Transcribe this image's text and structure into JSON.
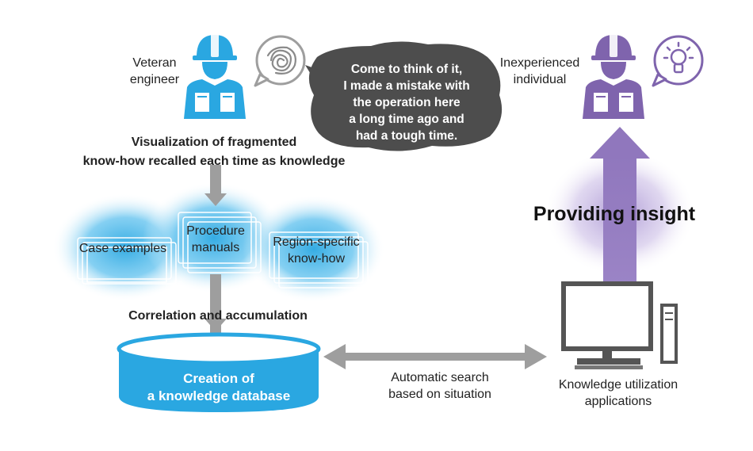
{
  "veteran": {
    "label_line1": "Veteran",
    "label_line2": "engineer"
  },
  "speech_bubble": {
    "line1": "Come to think of it,",
    "line2": "I made a mistake with",
    "line3": "the operation here",
    "line4": "a long time ago and",
    "line5": "had a tough time."
  },
  "visualization": {
    "line1": "Visualization of fragmented",
    "line2": "know-how recalled each time as knowledge"
  },
  "knowledge_types": {
    "case_examples": "Case examples",
    "procedure_line1": "Procedure",
    "procedure_line2": "manuals",
    "region_line1": "Region-specific",
    "region_line2": "know-how"
  },
  "correlation": "Correlation and accumulation",
  "database": {
    "line1": "Creation of",
    "line2": "a knowledge database"
  },
  "search": {
    "line1": "Automatic search",
    "line2": "based on situation"
  },
  "applications": {
    "line1": "Knowledge utilization",
    "line2": "applications"
  },
  "inexperienced": {
    "label_line1": "Inexperienced",
    "label_line2": "individual"
  },
  "insight": "Providing insight",
  "colors": {
    "blue": "#2aa7e1",
    "purple": "#7f64ad",
    "dark_bubble": "#4d4d4d",
    "gray_arrow": "#9e9e9e",
    "monitor": "#555555"
  },
  "icons": [
    "worker-icon",
    "tangled-thought-icon",
    "lightbulb-icon",
    "computer-icon"
  ]
}
